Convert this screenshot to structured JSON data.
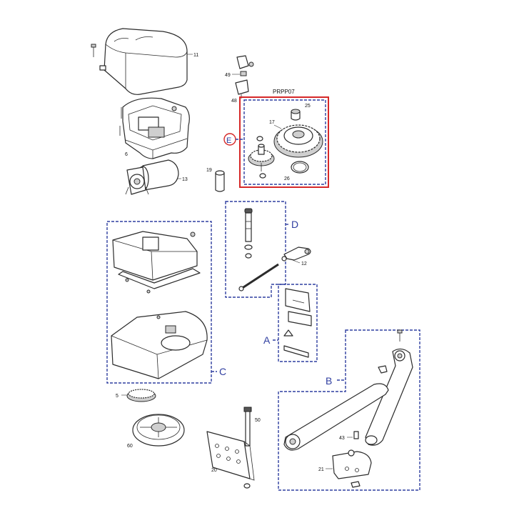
{
  "header_code": "PRPP07",
  "part_numbers": {
    "p5": "5",
    "p6": "6",
    "p11": "11",
    "p12": "12",
    "p13": "13",
    "p17": "17",
    "p19": "19",
    "p20": "20",
    "p21": "21",
    "p25": "25",
    "p26": "26",
    "p43": "43",
    "p48": "48",
    "p49": "49",
    "p50": "50",
    "p60": "60"
  },
  "group_labels": {
    "A": "A",
    "B": "B",
    "C": "C",
    "D": "D",
    "E": "E"
  },
  "colors": {
    "group_outline": "#2f3ea0",
    "highlight_outline": "#d62828",
    "line_art": "#2b2b2b"
  }
}
